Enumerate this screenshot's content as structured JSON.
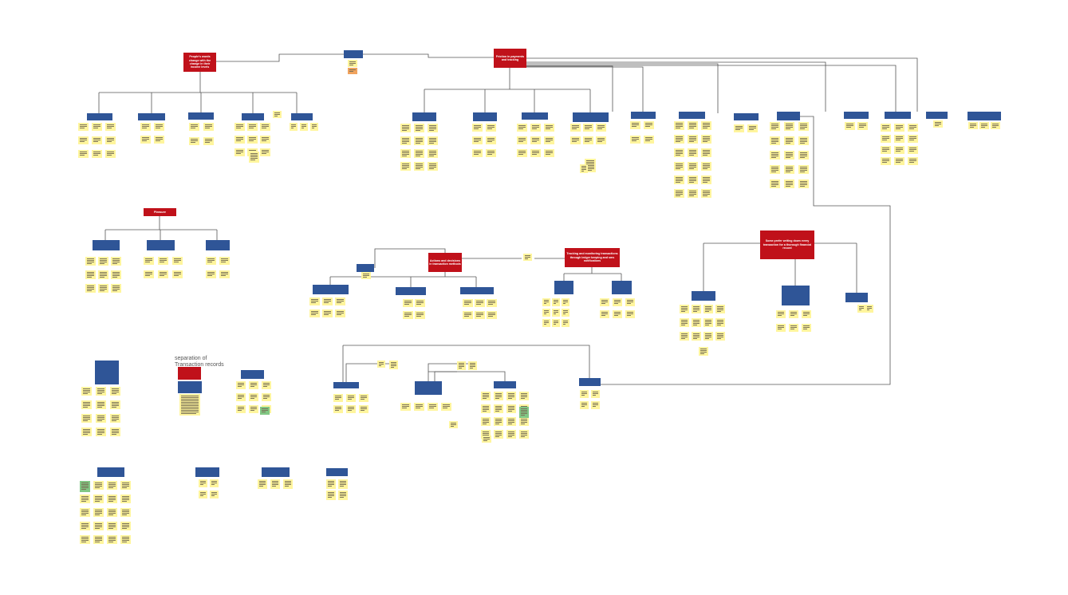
{
  "board": {
    "background": "#ffffff",
    "colors": {
      "root_node": "#c0111a",
      "branch_node": "#2f5597",
      "sticky_yellow": "#fff59d",
      "sticky_green": "#81c784",
      "sticky_orange": "#f0a35e",
      "connector": "#555555"
    },
    "free_label": "separation of\nTransaction records"
  },
  "root_nodes": [
    {
      "id": "r1",
      "text": "People's words change with the change in their income levels"
    },
    {
      "id": "r2",
      "text": "Friction in payments and tracking"
    },
    {
      "id": "r3",
      "text": "Pleasure"
    },
    {
      "id": "r4",
      "text": "Actions and decisions in transaction methods"
    },
    {
      "id": "r5",
      "text": "Tracking and monitoring transactions through ledger keeping and sms notifications"
    },
    {
      "id": "r6",
      "text": "Some prefer writing down every transaction for a thorough financial record"
    }
  ],
  "branch_nodes": [
    {
      "id": "b_small_top",
      "text": ""
    },
    {
      "id": "b1a",
      "text": ""
    },
    {
      "id": "b1b",
      "text": ""
    },
    {
      "id": "b1c",
      "text": ""
    },
    {
      "id": "b1d",
      "text": ""
    },
    {
      "id": "b1e",
      "text": ""
    },
    {
      "id": "b2a",
      "text": ""
    },
    {
      "id": "b2b",
      "text": ""
    },
    {
      "id": "b2c",
      "text": ""
    },
    {
      "id": "b2d",
      "text": ""
    },
    {
      "id": "b2e",
      "text": ""
    },
    {
      "id": "b2f",
      "text": ""
    },
    {
      "id": "b2g",
      "text": ""
    },
    {
      "id": "b2h",
      "text": ""
    },
    {
      "id": "b2i",
      "text": ""
    },
    {
      "id": "b2j",
      "text": ""
    },
    {
      "id": "b2k",
      "text": ""
    },
    {
      "id": "b2l",
      "text": ""
    },
    {
      "id": "b3a",
      "text": ""
    },
    {
      "id": "b3b",
      "text": ""
    },
    {
      "id": "b3c",
      "text": ""
    },
    {
      "id": "b4a",
      "text": ""
    },
    {
      "id": "b4b",
      "text": ""
    },
    {
      "id": "b4c",
      "text": ""
    },
    {
      "id": "b4d",
      "text": ""
    },
    {
      "id": "b5a",
      "text": ""
    },
    {
      "id": "b5b",
      "text": ""
    },
    {
      "id": "b6a",
      "text": ""
    },
    {
      "id": "b6b",
      "text": ""
    },
    {
      "id": "b6c",
      "text": ""
    },
    {
      "id": "b7a",
      "text": ""
    },
    {
      "id": "b7b",
      "text": ""
    },
    {
      "id": "b7c",
      "text": ""
    },
    {
      "id": "b8a",
      "text": ""
    },
    {
      "id": "b8b",
      "text": ""
    },
    {
      "id": "b8c",
      "text": ""
    },
    {
      "id": "b8d",
      "text": ""
    },
    {
      "id": "b9a",
      "text": ""
    },
    {
      "id": "b9b",
      "text": ""
    },
    {
      "id": "b9c",
      "text": ""
    },
    {
      "id": "b9d",
      "text": ""
    },
    {
      "id": "b_red_small",
      "text": ""
    }
  ]
}
